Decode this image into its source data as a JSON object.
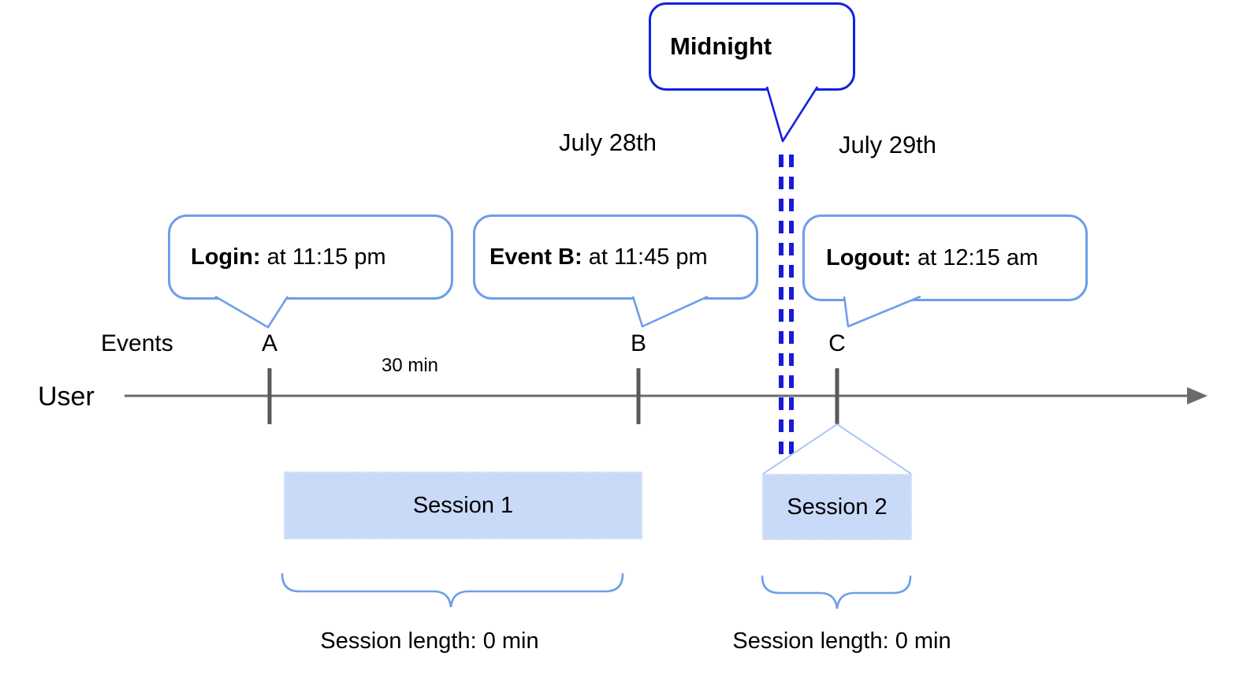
{
  "colors": {
    "accent_blue": "#6d9eeb",
    "deep_blue": "#1420e0",
    "dash_blue": "#1a1ad6",
    "session_fill": "#c9daf8",
    "connector_blue": "#adc7f2",
    "axis_gray": "#6b6b6b",
    "tick_gray": "#595959",
    "text_black": "#000000"
  },
  "timeline": {
    "user_label": "User",
    "events_label": "Events",
    "interval_label": "30 min",
    "midnight": {
      "label": "Midnight"
    },
    "dates": [
      {
        "label": "July 28th"
      },
      {
        "label": "July 29th"
      }
    ],
    "events": [
      {
        "letter": "A",
        "callout_bold": "Login:",
        "callout_rest": " at 11:15 pm"
      },
      {
        "letter": "B",
        "callout_bold": "Event B:",
        "callout_rest": " at 11:45 pm"
      },
      {
        "letter": "C",
        "callout_bold": "Logout:",
        "callout_rest": " at 12:15 am"
      }
    ],
    "sessions": [
      {
        "label": "Session 1",
        "length_label": "Session length: 0 min"
      },
      {
        "label": "Session 2",
        "length_label": "Session length: 0 min"
      }
    ]
  }
}
